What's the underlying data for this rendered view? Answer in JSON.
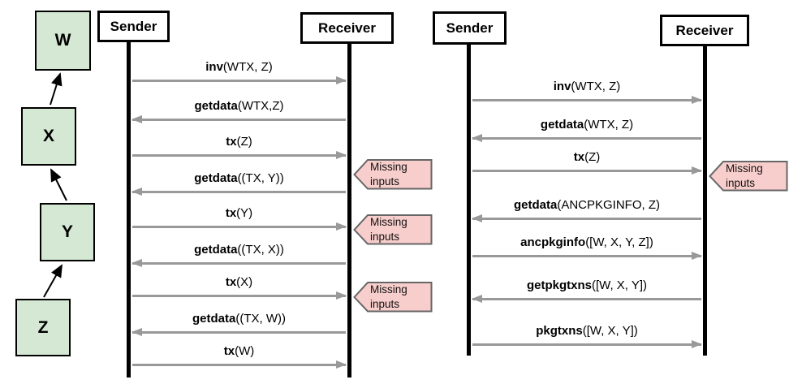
{
  "colors": {
    "node_fill": "#d5e8d4",
    "node_border": "#000000",
    "callout_fill": "#f8cecc",
    "callout_border": "#666666",
    "message_arrow": "#999999",
    "lifeline": "#000000"
  },
  "chain": {
    "nodes": [
      {
        "label": "W"
      },
      {
        "label": "X"
      },
      {
        "label": "Y"
      },
      {
        "label": "Z"
      }
    ],
    "edges": [
      "Z->Y",
      "Y->X",
      "X->W"
    ]
  },
  "diagram1": {
    "sender_label": "Sender",
    "receiver_label": "Receiver",
    "messages": [
      {
        "verb": "inv",
        "args": "(WTX, Z)",
        "direction": "right"
      },
      {
        "verb": "getdata",
        "args": "(WTX,Z)",
        "direction": "left"
      },
      {
        "verb": "tx",
        "args": "(Z)",
        "direction": "right"
      },
      {
        "verb": "getdata",
        "args": "((TX, Y))",
        "direction": "left"
      },
      {
        "verb": "tx",
        "args": "(Y)",
        "direction": "right"
      },
      {
        "verb": "getdata",
        "args": "((TX, X))",
        "direction": "left"
      },
      {
        "verb": "tx",
        "args": "(X)",
        "direction": "right"
      },
      {
        "verb": "getdata",
        "args": "((TX, W))",
        "direction": "left"
      },
      {
        "verb": "tx",
        "args": "(W)",
        "direction": "right"
      }
    ],
    "callouts": [
      {
        "text": "Missing inputs"
      },
      {
        "text": "Missing inputs"
      },
      {
        "text": "Missing inputs"
      }
    ]
  },
  "diagram2": {
    "sender_label": "Sender",
    "receiver_label": "Receiver",
    "messages": [
      {
        "verb": "inv",
        "args": "(WTX, Z)",
        "direction": "right"
      },
      {
        "verb": "getdata",
        "args": "(WTX, Z)",
        "direction": "left"
      },
      {
        "verb": "tx",
        "args": "(Z)",
        "direction": "right"
      },
      {
        "verb": "getdata",
        "args": "(ANCPKGINFO, Z)",
        "direction": "left"
      },
      {
        "verb": "ancpkginfo",
        "args": "([W, X, Y, Z])",
        "direction": "right"
      },
      {
        "verb": "getpkgtxns",
        "args": "([W, X, Y])",
        "direction": "left"
      },
      {
        "verb": "pkgtxns",
        "args": "([W, X, Y])",
        "direction": "right"
      }
    ],
    "callouts": [
      {
        "text": "Missing inputs"
      }
    ]
  }
}
